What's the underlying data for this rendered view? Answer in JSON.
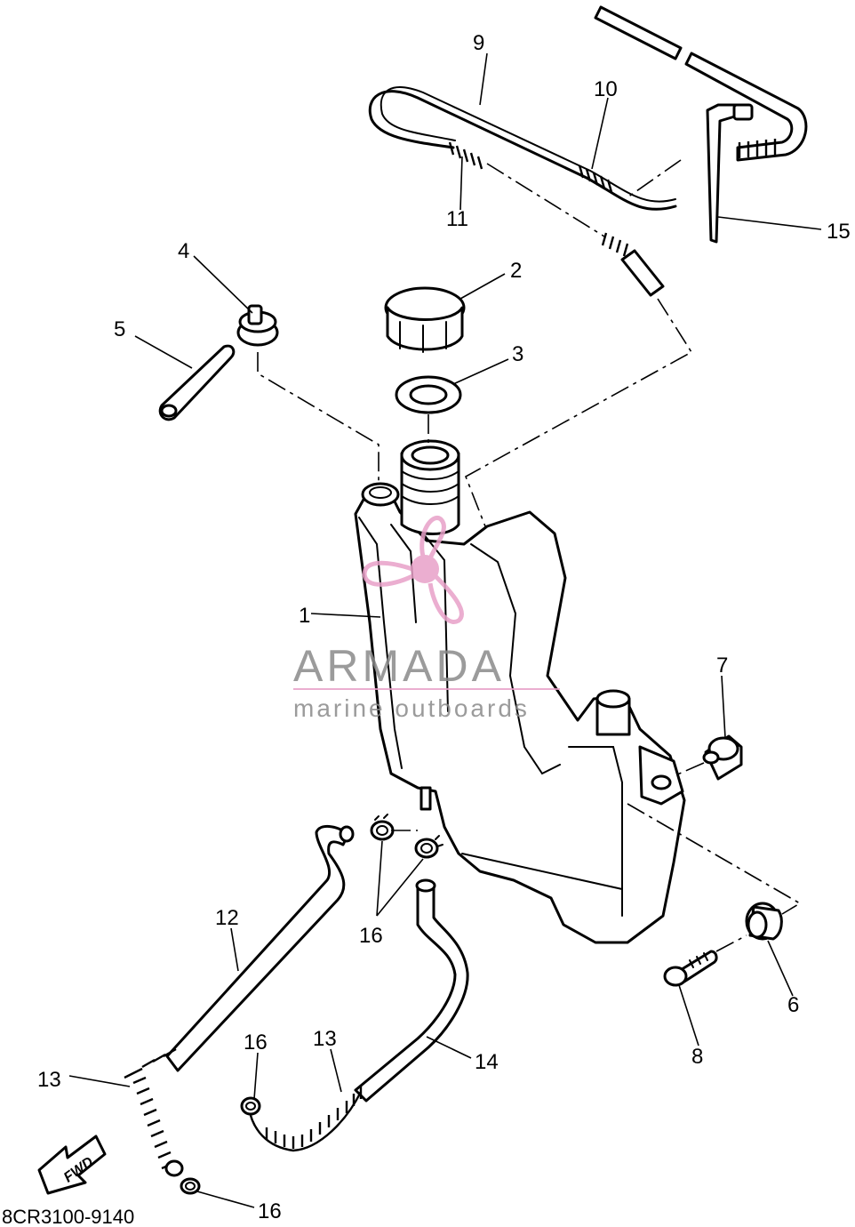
{
  "diagram": {
    "drawing_code": "8CR3100-9140",
    "fwd_label": "FWD",
    "callouts": [
      "1",
      "2",
      "3",
      "4",
      "5",
      "6",
      "7",
      "8",
      "9",
      "10",
      "11",
      "12",
      "13",
      "13",
      "14",
      "15",
      "16",
      "16",
      "16"
    ],
    "watermark": {
      "brand": "ARMADA",
      "tagline": "marine outboards",
      "accent_color": "#e8a0c8",
      "text_color": "#8a8a8a"
    }
  }
}
